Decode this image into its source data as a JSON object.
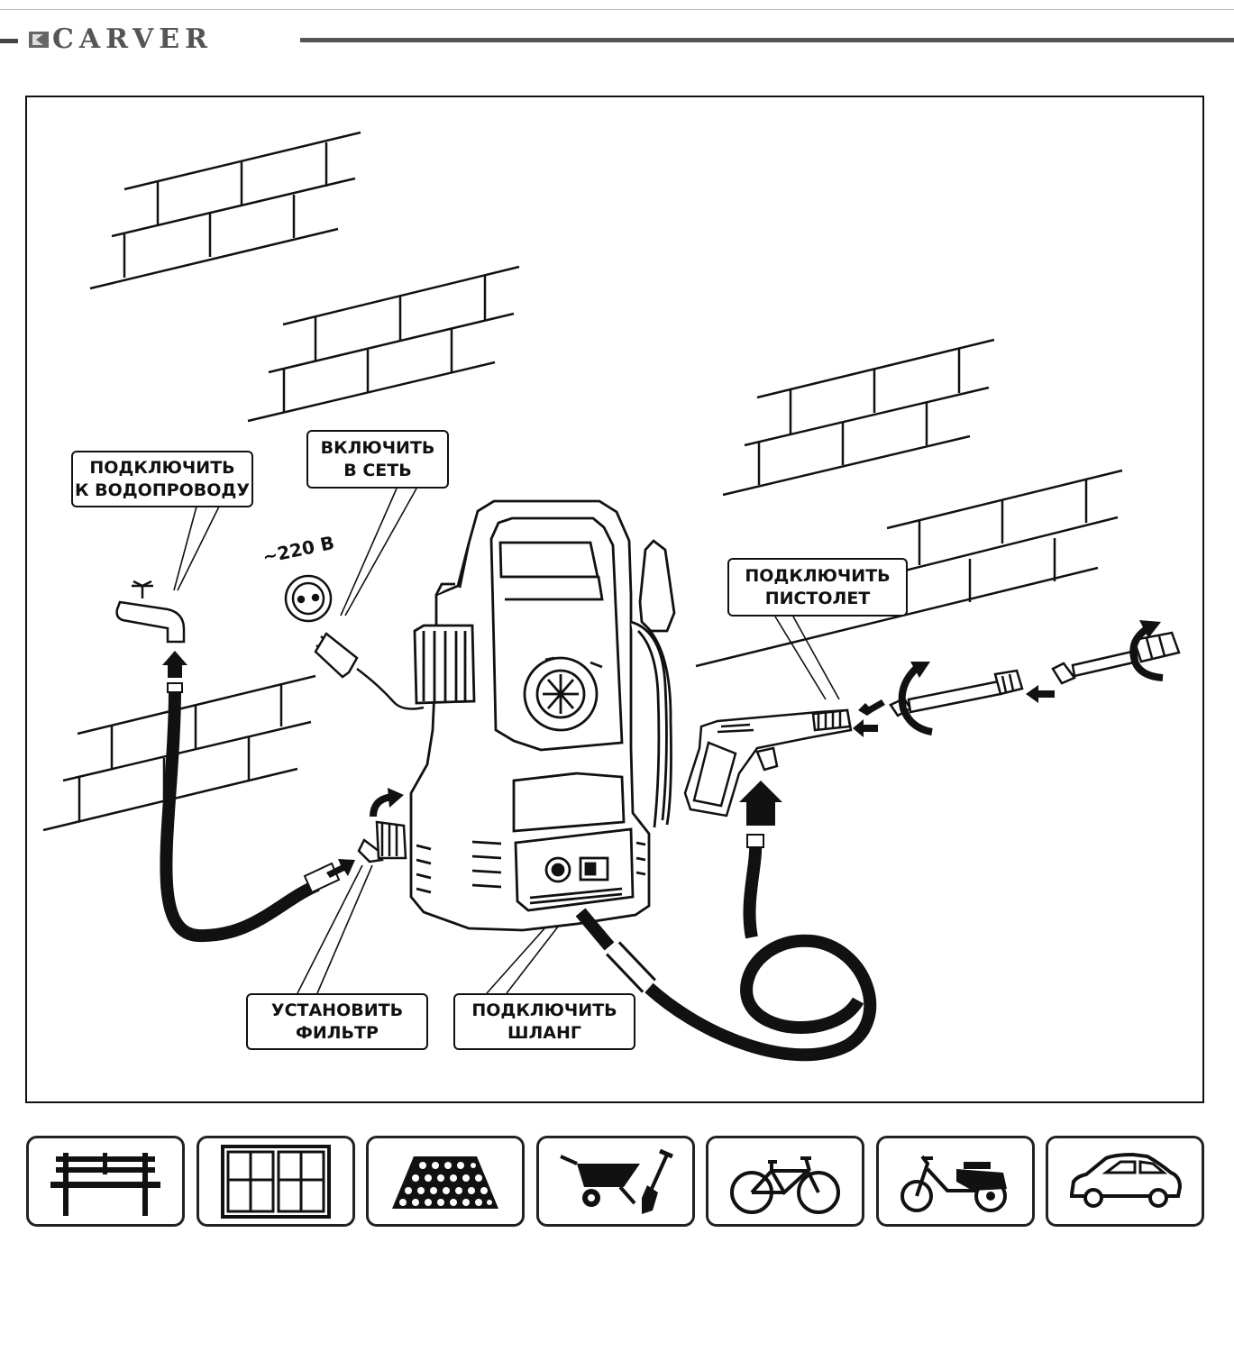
{
  "header": {
    "brand": "CARVER"
  },
  "diagram": {
    "labels": {
      "water": "ПОДКЛЮЧИТЬ\nК ВОДОПРОВОДУ",
      "power": "ВКЛЮЧИТЬ\nВ СЕТЬ",
      "gun": "ПОДКЛЮЧИТЬ\nПИСТОЛЕТ",
      "filter": "УСТАНОВИТЬ\nФИЛЬТР",
      "hose": "ПОДКЛЮЧИТЬ\nШЛАНГ"
    },
    "voltage": "~220 В",
    "icons": {
      "faucet": "faucet-icon",
      "socket": "socket-icon",
      "plug": "plug-icon",
      "washer": "pressure-washer-icon",
      "gun": "spray-gun-icon",
      "lance": "lance-icon"
    }
  },
  "applications": [
    {
      "icon": "bench-icon"
    },
    {
      "icon": "window-icon"
    },
    {
      "icon": "paving-icon"
    },
    {
      "icon": "garden-tools-icon"
    },
    {
      "icon": "bicycle-icon"
    },
    {
      "icon": "scooter-icon"
    },
    {
      "icon": "car-icon"
    }
  ],
  "colors": {
    "ink": "#111111",
    "brand_gray": "#555555"
  }
}
